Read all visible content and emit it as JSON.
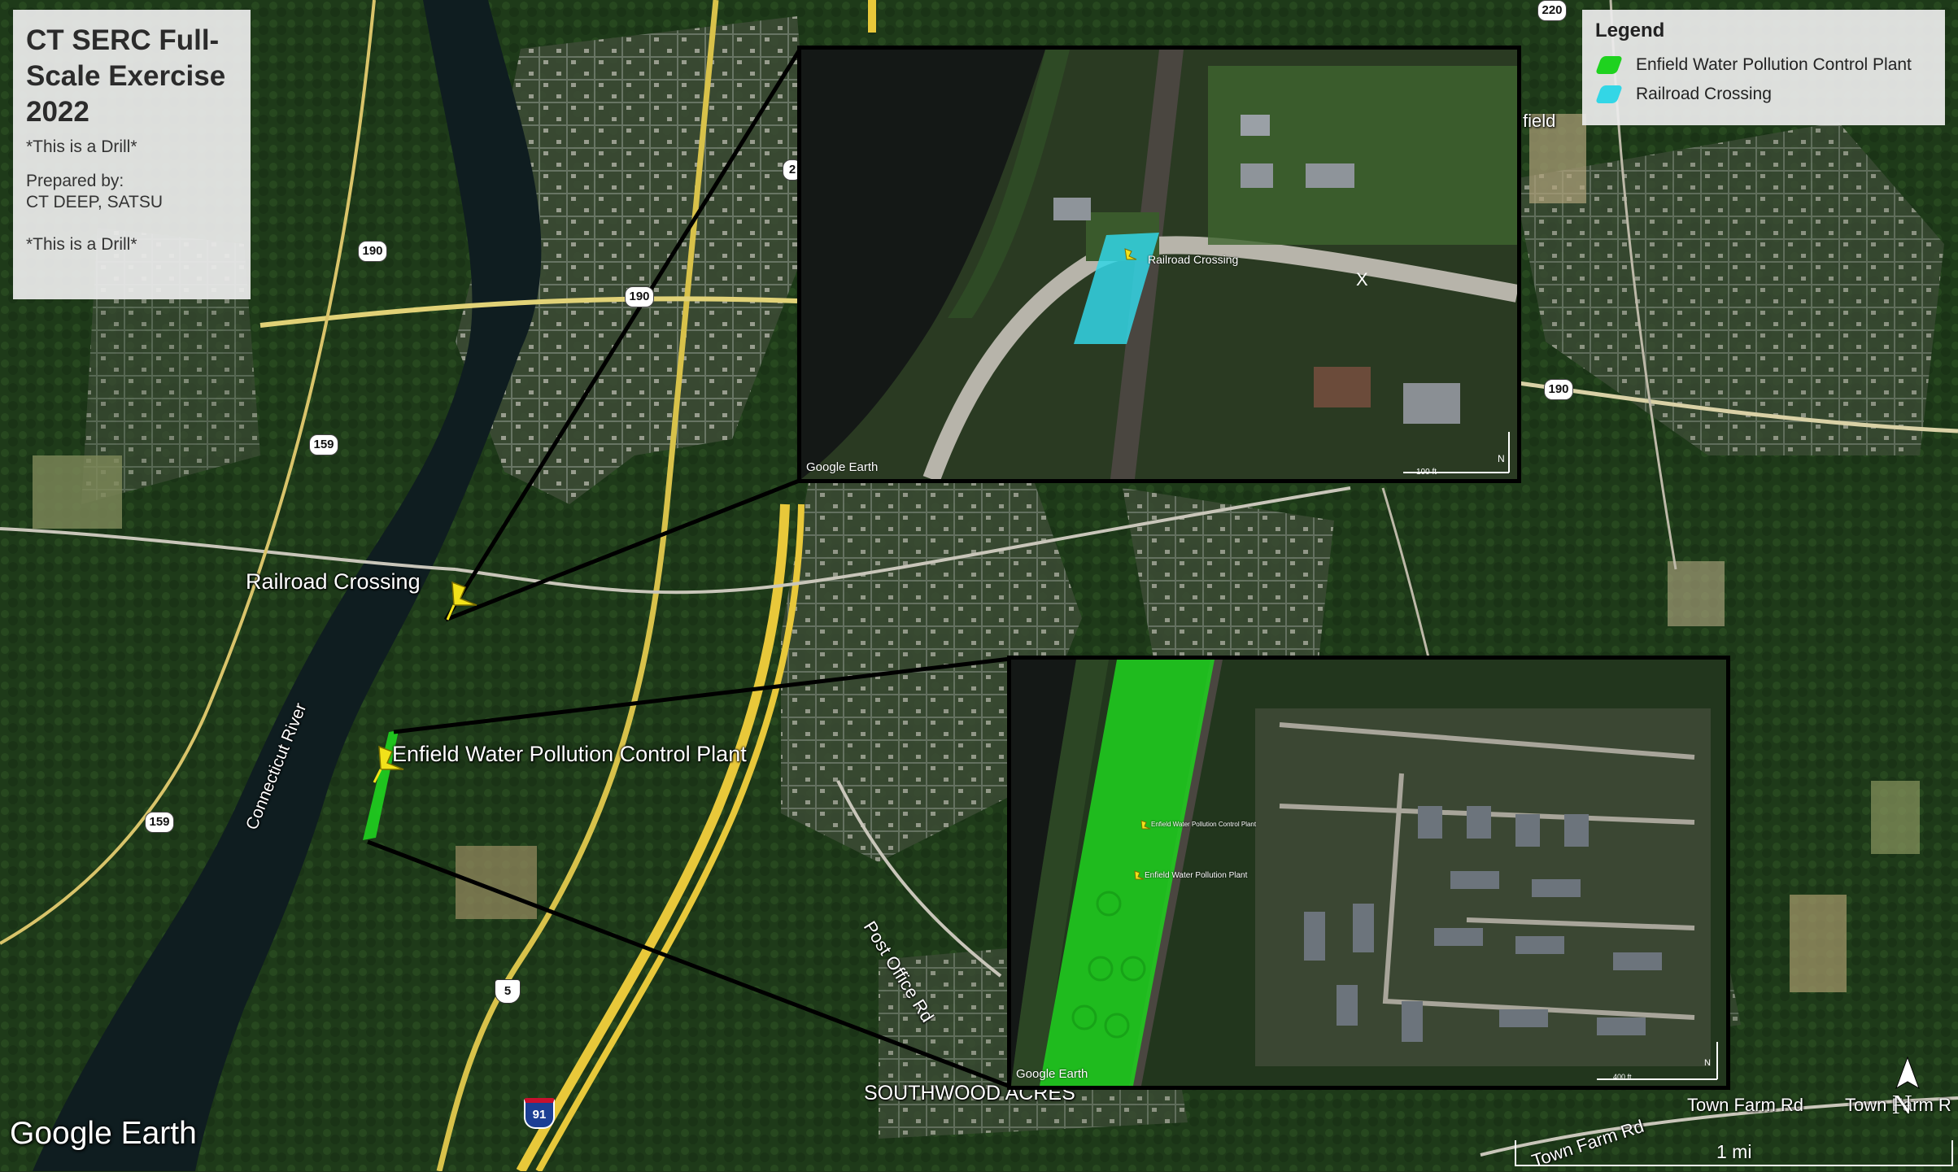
{
  "title": "CT SERC Full-Scale Exercise 2022",
  "info_panel": {
    "drill_note_top": "*This is a Drill*",
    "prepared_by": "Prepared by:\nCT DEEP, SATSU",
    "drill_note_bottom": "*This is a Drill*"
  },
  "legend": {
    "heading": "Legend",
    "items": [
      {
        "label": "Enfield Water Pollution Control Plant",
        "color": "#1fd21f"
      },
      {
        "label": "Railroad Crossing",
        "color": "#33d6e6"
      }
    ]
  },
  "places": {
    "railroad_crossing": "Railroad Crossing",
    "wpcp": "Enfield Water Pollution Control Plant",
    "river": "Connecticut River",
    "road_post_office": "Post Office Rd",
    "southwood_acres": "SOUTHWOOD ACRES",
    "road_town_farm_1": "Town Farm Rd",
    "road_town_farm_2": "Town Farm Rd",
    "road_town_farm_3": "Town Farm R",
    "town_field": "field"
  },
  "shields": {
    "r190_a": "190",
    "r190_b": "190",
    "r190_c": "190",
    "r159_a": "159",
    "r159_b": "159",
    "r220": "220",
    "r5": "5",
    "i91": "91",
    "r2": "2"
  },
  "inset_railroad": {
    "pin_label": "Railroad Crossing",
    "road_mark": "X",
    "attribution": "Google Earth",
    "scale": "100 ft",
    "north": "N"
  },
  "inset_wpcp": {
    "pin_label_1": "Enfield Water Pollution Control Plant",
    "pin_label_2": "Enfield Water Pollution Plant",
    "attribution": "Google Earth",
    "scale": "400 ft",
    "north": "N"
  },
  "attribution": "Google Earth",
  "scale_bar": "1 mi",
  "north_arrow": "N",
  "colors": {
    "wpcp_fill": "#1fd21f",
    "railroad_fill": "#33d6e6",
    "pin": "#f2e21a",
    "highway": "#e8c83a"
  }
}
